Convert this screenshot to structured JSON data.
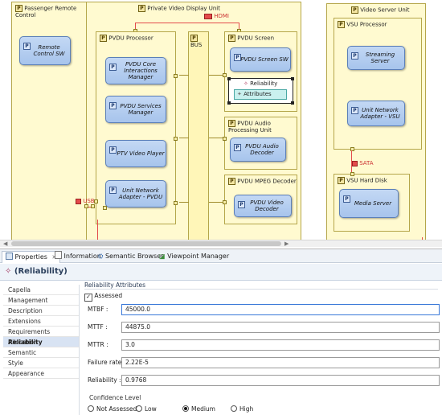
{
  "diagram": {
    "passenger_remote_control": {
      "title": "Passenger Remote Control",
      "components": [
        "Remote Control SW"
      ]
    },
    "pvdu": {
      "title": "Private Video Display Unit",
      "hdmi_label": "HDMI",
      "usb_label": "USB",
      "bus_title": "BUS",
      "processor": {
        "title": "PVDU Processor",
        "components": [
          "PVDU Core Interactions Manager",
          "PVDU Services Manager",
          "PTV Video Player",
          "Unit Network Adapter - PVDU"
        ]
      },
      "screen": {
        "title": "PVDU Screen",
        "components": [
          "PVDU Screen SW"
        ]
      },
      "audio": {
        "title": "PVDU Audio Processing Unit",
        "components": [
          "PVDU Audio Decoder"
        ]
      },
      "mpeg": {
        "title": "PVDU MPEG Decoder",
        "components": [
          "PVDU Video Decoder"
        ]
      },
      "reliability_popup": {
        "title": "Reliability",
        "item": "Attributes"
      }
    },
    "vsu": {
      "title": "Video Server Unit",
      "sata_label": "SATA",
      "processor": {
        "title": "VSU Processor",
        "components": [
          "Streaming Server",
          "Unit Network Adapter - VSU"
        ]
      },
      "hard_disk": {
        "title": "VSU Hard Disk",
        "components": [
          "Media Server"
        ]
      }
    }
  },
  "tabs": [
    "Properties",
    "Information",
    "Semantic Browser",
    "Viewpoint Manager"
  ],
  "properties": {
    "header_icon": "reliability-icon",
    "title": "(Reliability)",
    "categories": [
      "Capella",
      "Management",
      "Description",
      "Extensions",
      "Requirements Allocation",
      "Reliability",
      "Semantic",
      "Style",
      "Appearance"
    ],
    "active_category": "Reliability",
    "section_title": "Reliability Attributes",
    "assessed_label": "Assessed",
    "assessed_checked": true,
    "fields": [
      {
        "label": "MTBF :",
        "value": "45000.0"
      },
      {
        "label": "MTTF :",
        "value": "44875.0"
      },
      {
        "label": "MTTR :",
        "value": "3.0"
      },
      {
        "label": "Failure rate :",
        "value": "2.22E-5"
      },
      {
        "label": "Reliability :",
        "value": "0.9768"
      }
    ],
    "confidence_title": "Confidence Level",
    "confidence_options": [
      "Not Assessed",
      "Low",
      "Medium",
      "High"
    ],
    "confidence_selected": "Medium"
  },
  "colors": {
    "node_fill": "#fffad0",
    "component_fill": "#b4cdef",
    "selection_tab": "#d8e3f3",
    "link_red": "#e34b4b"
  }
}
